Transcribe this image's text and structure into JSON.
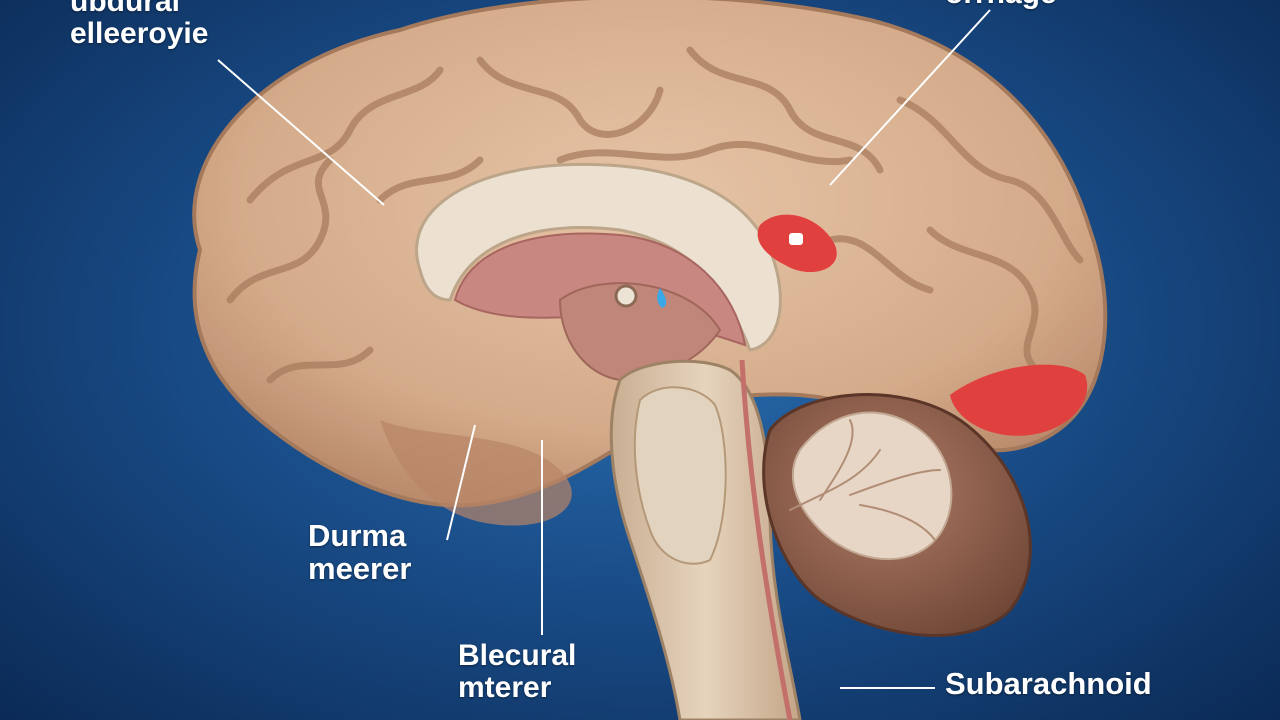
{
  "colors": {
    "background": "#1a4e8a",
    "cortex": "#d9b394",
    "cortex_shadow": "#b78d6c",
    "corpus_callosum": "#e9dccb",
    "ventricle": "#c9837c",
    "brainstem": "#d8c2a8",
    "cerebellum": "#9a6a55",
    "hemorrhage": "#e0413f",
    "leader_line": "#ffffff",
    "label_text": "#ffffff"
  },
  "labels": {
    "top_left": {
      "lines": [
        "ubdural",
        "elleeroyie"
      ]
    },
    "top_right": {
      "lines": [
        "orrhage"
      ]
    },
    "left": {
      "lines": [
        "Durma",
        "meerer"
      ]
    },
    "middle": {
      "lines": [
        "Blecural",
        "mterer"
      ]
    },
    "right": {
      "lines": [
        "Subarachnoid",
        ""
      ]
    }
  }
}
